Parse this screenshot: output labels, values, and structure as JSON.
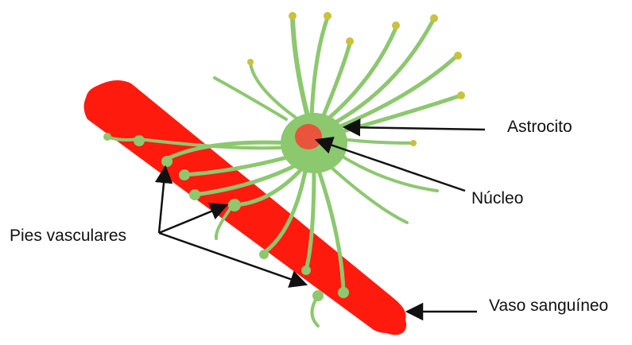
{
  "labels": {
    "astrocyte": "Astrocito",
    "nucleus": "Núcleo",
    "vascular_feet": "Pies vasculares",
    "blood_vessel": "Vaso sanguíneo"
  },
  "colors": {
    "vessel": "#ff1a0e",
    "astrocyte": "#8cc86e",
    "astrocyte_tips": "#c9c23a",
    "nucleus": "#e8543c",
    "arrow": "#111111",
    "background": "#ffffff"
  }
}
